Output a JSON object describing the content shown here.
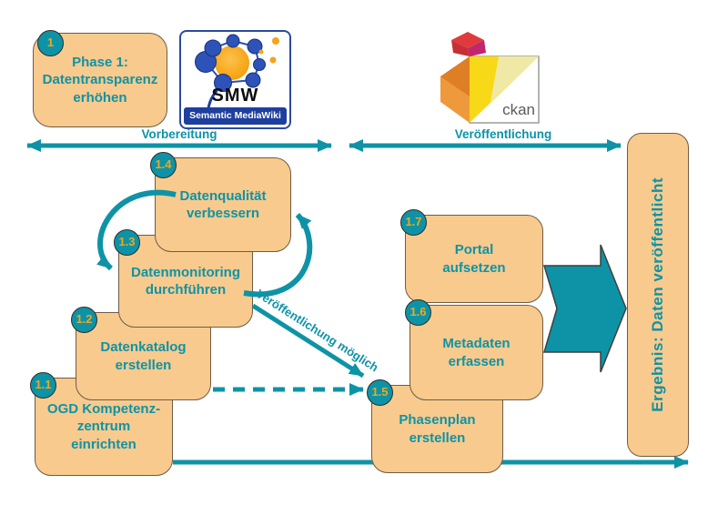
{
  "colors": {
    "teal": "#0E93A6",
    "box_fill": "#F8CA8D",
    "box_border": "#6e5c46",
    "badge_text": "#F2A71B",
    "smw_blue": "#1F3F9E",
    "ckan_red": "#E03A3C",
    "ckan_magenta": "#C2266C",
    "ckan_orange": "#EE9A3C",
    "ckan_yellow": "#F7D917",
    "ckan_gray": "#58595B"
  },
  "phase": {
    "badge": "1",
    "label": "Phase 1:\nDatentransparenz\nerhöhen"
  },
  "timeline": {
    "left": "Vorbereitung",
    "right": "Veröffentlichung"
  },
  "steps": [
    {
      "id": "1.1",
      "label": "OGD Kompetenz-\nzentrum\neinrichten"
    },
    {
      "id": "1.2",
      "label": "Datenkatalog\nerstellen"
    },
    {
      "id": "1.3",
      "label": "Datenmonitoring\ndurchführen"
    },
    {
      "id": "1.4",
      "label": "Datenqualität\nverbessern"
    },
    {
      "id": "1.5",
      "label": "Phasenplan\nerstellen"
    },
    {
      "id": "1.6",
      "label": "Metadaten\nerfassen"
    },
    {
      "id": "1.7",
      "label": "Portal\naufsetzen"
    }
  ],
  "annotation": {
    "diagonal": "Veröffentlichung möglich"
  },
  "result": {
    "label": "Ergebnis: Daten veröffentlicht"
  },
  "logos": {
    "smw": {
      "abbr": "SMW",
      "caption": "Semantic MediaWiki"
    },
    "ckan": {
      "wordmark": "ckan"
    }
  }
}
